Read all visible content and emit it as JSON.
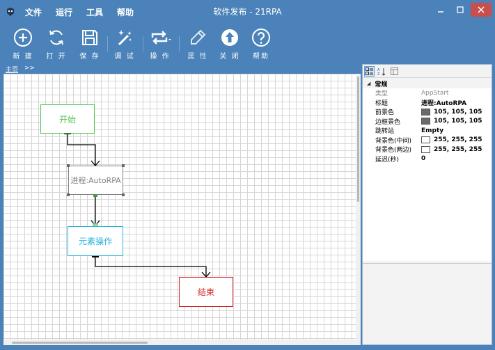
{
  "window": {
    "title": "软件发布 - 21RPA"
  },
  "menu": {
    "items": [
      {
        "label": "文件"
      },
      {
        "label": "运行"
      },
      {
        "label": "工具"
      },
      {
        "label": "帮助"
      }
    ]
  },
  "toolbar": {
    "new_label": "新 建",
    "open_label": "打 开",
    "save_label": "保 存",
    "debug_label": "调 试",
    "operate_label": "操 作",
    "properties_label": "属 性",
    "close_label": "关 闭",
    "help_label": "帮助"
  },
  "breadcrumb": {
    "home": "主页",
    "next": ">>"
  },
  "flow": {
    "nodes": [
      {
        "label": "开始"
      },
      {
        "label": "进程:AutoRPA"
      },
      {
        "label": "元素操作"
      },
      {
        "label": "结束"
      }
    ]
  },
  "properties": {
    "category": "常规",
    "rows": [
      {
        "name": "类型",
        "value": "AppStart"
      },
      {
        "name": "标题",
        "value": "进程:AutoRPA"
      },
      {
        "name": "前景色",
        "value": "105, 105, 105",
        "color": "#696969"
      },
      {
        "name": "边框景色",
        "value": "105, 105, 105",
        "color": "#696969"
      },
      {
        "name": "跳转站",
        "value": "Empty"
      },
      {
        "name": "背景色(中间)",
        "value": "255, 255, 255",
        "color": "#ffffff"
      },
      {
        "name": "背景色(两边)",
        "value": "255, 255, 255",
        "color": "#ffffff"
      },
      {
        "name": "延迟(秒)",
        "value": "0"
      }
    ]
  },
  "colors": {
    "chrome": "#4a82b9",
    "start": "#4fc44f",
    "process": "#808080",
    "element": "#2bb3d9",
    "end": "#d02626",
    "close_button": "#c94f4f"
  }
}
